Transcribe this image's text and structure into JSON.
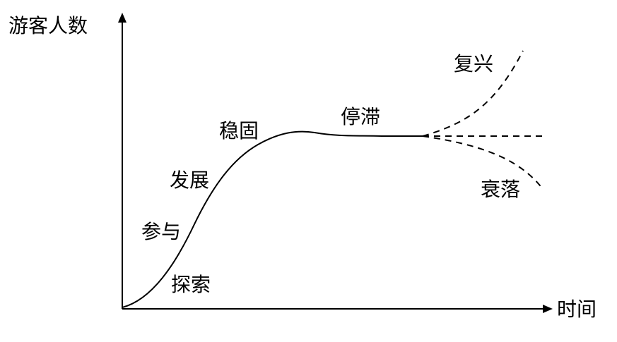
{
  "axes": {
    "y_label": "游客人数",
    "x_label": "时间"
  },
  "stages": {
    "explore": "探索",
    "involve": "参与",
    "develop": "发展",
    "consolidate": "稳固",
    "stagnate": "停滞",
    "rejuvenate": "复兴",
    "decline": "衰落"
  },
  "colors": {
    "ink": "#000000"
  }
}
